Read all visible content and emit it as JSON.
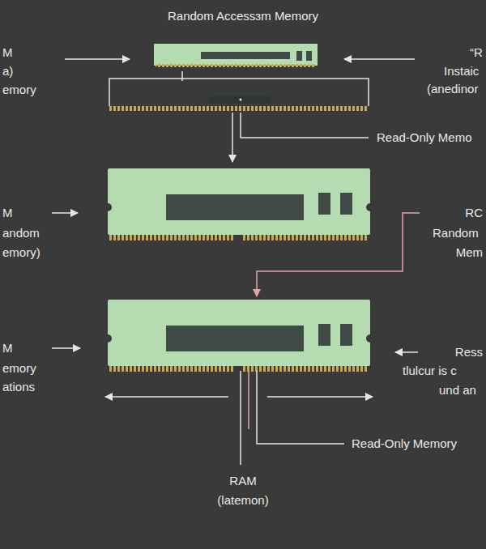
{
  "diagram": {
    "title": "Random Accessɜm Memory",
    "labels": [
      "M",
      "a)",
      "emory",
      "“R",
      "Instaic",
      "(anedinor",
      "Read-Only Memo",
      "M",
      "andom",
      "emory)",
      "RC",
      "Random",
      "Mem",
      "M",
      "emory",
      "ations",
      "Ress",
      "tlulcur is c",
      "und an",
      "Read-Only Memory",
      "RAM",
      "(latemon)"
    ]
  }
}
